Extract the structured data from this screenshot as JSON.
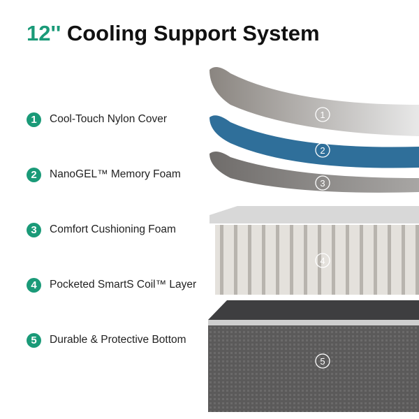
{
  "title": {
    "highlight": "12''",
    "text": " Cooling Support System"
  },
  "accent_color": "#1a9a78",
  "layers": [
    {
      "number": "1",
      "label": "Cool-Touch Nylon Cover"
    },
    {
      "number": "2",
      "label": "NanoGEL™ Memory Foam"
    },
    {
      "number": "3",
      "label": "Comfort Cushioning Foam"
    },
    {
      "number": "4",
      "label": "Pocketed SmartS Coil™ Layer"
    },
    {
      "number": "5",
      "label": "Durable & Protective Bottom"
    }
  ]
}
